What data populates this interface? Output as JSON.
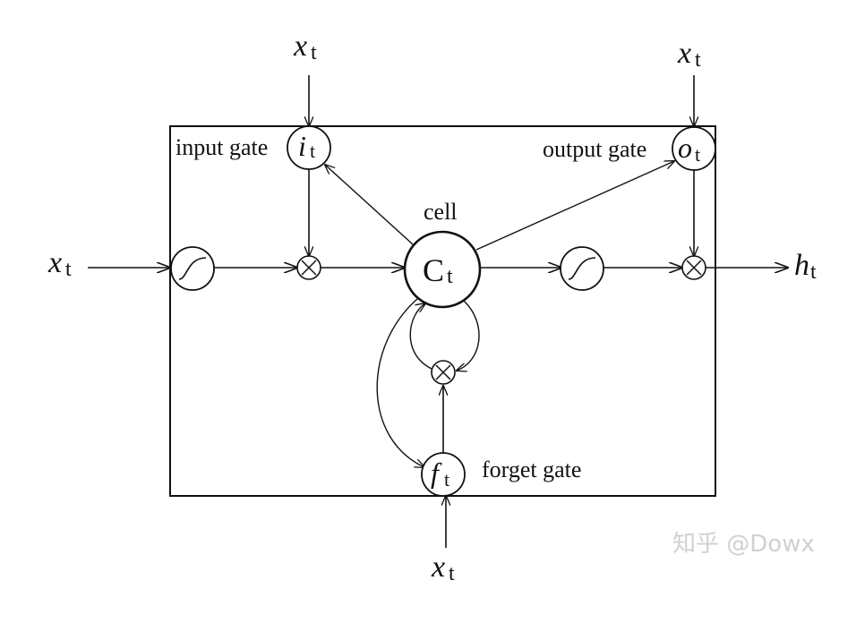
{
  "labels": {
    "input_gate": "input gate",
    "output_gate": "output gate",
    "forget_gate": "forget gate",
    "cell": "cell"
  },
  "symbols": {
    "x": "x",
    "t": "t",
    "i": "i",
    "o": "o",
    "f": "f",
    "C": "C",
    "h": "h",
    "multiply": "⊗"
  },
  "watermark": "知乎 @Dowx",
  "colors": {
    "ink": "#111111",
    "watermark": "#d0d0d0",
    "background": "#ffffff"
  }
}
